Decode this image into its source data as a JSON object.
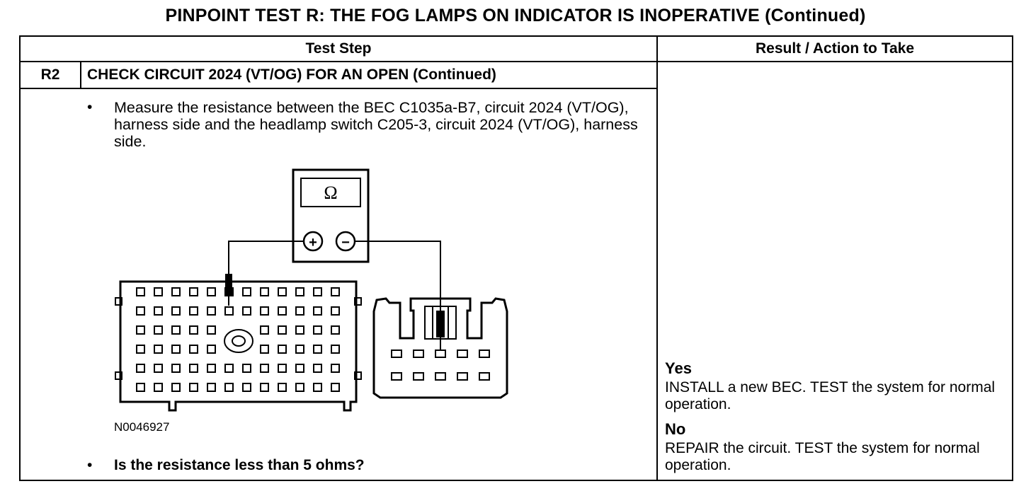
{
  "title": "PINPOINT TEST  R: THE FOG LAMPS ON INDICATOR IS INOPERATIVE (Continued)",
  "table": {
    "col_test_step": "Test Step",
    "col_result": "Result / Action to Take"
  },
  "step": {
    "id": "R2",
    "title": "CHECK CIRCUIT 2024 (VT/OG) FOR AN OPEN (Continued)",
    "bullet_char": "•",
    "instruction": "Measure the resistance between the BEC C1035a-B7, circuit 2024 (VT/OG), harness side and the headlamp switch C205-3, circuit 2024 (VT/OG), harness side.",
    "question": "Is the resistance less than 5 ohms?"
  },
  "figure": {
    "meter_symbol": "Ω",
    "plus_symbol": "+",
    "minus_symbol": "−",
    "figure_id": "N0046927"
  },
  "results": [
    {
      "heading": "Yes",
      "action": "INSTALL a new BEC. TEST the system for normal operation."
    },
    {
      "heading": "No",
      "action": "REPAIR the circuit. TEST the system for normal operation."
    }
  ]
}
